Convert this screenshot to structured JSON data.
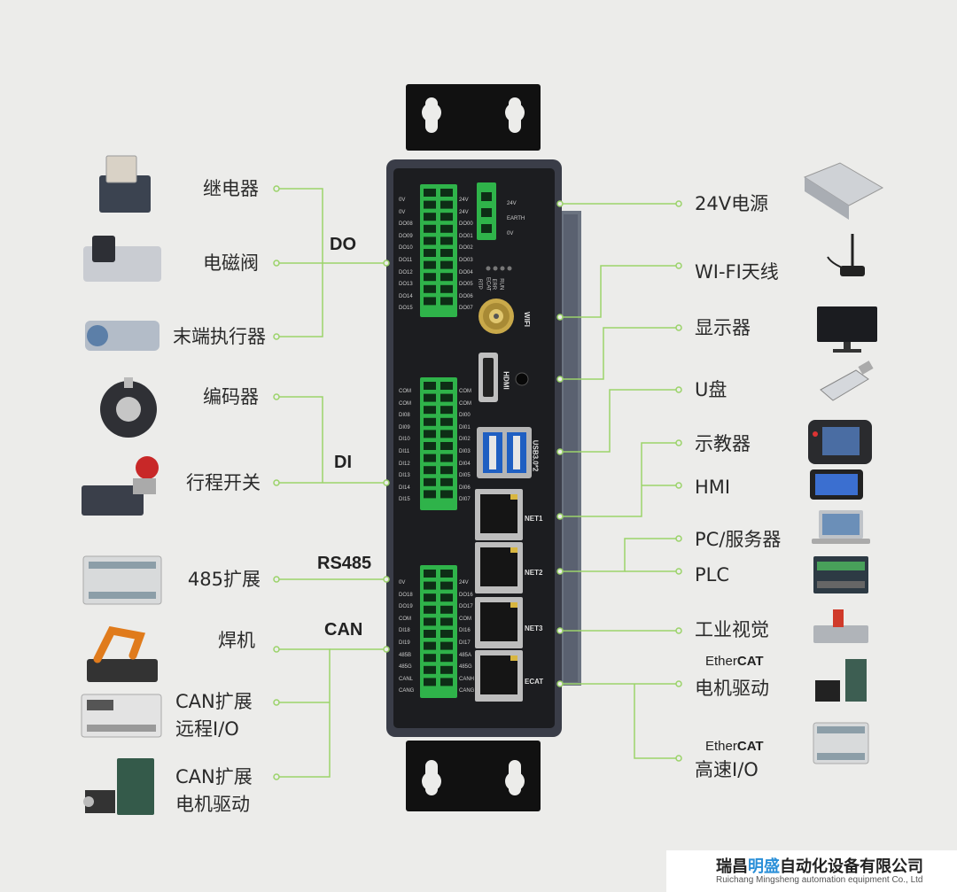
{
  "left_labels": [
    {
      "id": "relay",
      "lines": [
        "继电器"
      ]
    },
    {
      "id": "solenoid-valve",
      "lines": [
        "电磁阀"
      ]
    },
    {
      "id": "end-effector",
      "lines": [
        "末端执行器"
      ]
    },
    {
      "id": "encoder",
      "lines": [
        "编码器"
      ]
    },
    {
      "id": "travel-switch",
      "lines": [
        "行程开关"
      ]
    },
    {
      "id": "rs485-expansion",
      "lines": [
        "485扩展"
      ]
    },
    {
      "id": "welder",
      "lines": [
        "焊机"
      ]
    },
    {
      "id": "can-remote-io",
      "lines": [
        "CAN扩展",
        "远程I/O"
      ]
    },
    {
      "id": "can-motor-drive",
      "lines": [
        "CAN扩展",
        "电机驱动"
      ]
    }
  ],
  "groups": {
    "do": "DO",
    "di": "DI",
    "rs485": "RS485",
    "can": "CAN"
  },
  "right_labels": [
    {
      "id": "power-24v",
      "lines": [
        "24V电源"
      ]
    },
    {
      "id": "wifi-antenna",
      "lines": [
        "WI-FI天线"
      ]
    },
    {
      "id": "display",
      "lines": [
        "显示器"
      ]
    },
    {
      "id": "usb-drive",
      "lines": [
        "U盘"
      ]
    },
    {
      "id": "teach-pendant",
      "lines": [
        "示教器"
      ]
    },
    {
      "id": "hmi",
      "lines": [
        "HMI"
      ]
    },
    {
      "id": "pc-server",
      "lines": [
        "PC/服务器"
      ]
    },
    {
      "id": "plc",
      "lines": [
        "PLC"
      ]
    },
    {
      "id": "machine-vision",
      "lines": [
        "工业视觉"
      ]
    },
    {
      "id": "ethercat-motor",
      "lines": [
        "电机驱动"
      ]
    },
    {
      "id": "ethercat-io",
      "lines": [
        "高速I/O"
      ]
    }
  ],
  "ethercat_logo": {
    "ether": "Ether",
    "cat": "CAT"
  },
  "device_ports": {
    "net1": "NET1",
    "net2": "NET2",
    "net3": "NET3",
    "ecat": "ECAT",
    "wifi": "WIFI",
    "hdmi": "HDMI",
    "usb": "USB3.0*2",
    "power_pins": [
      "24V",
      "EARTH",
      "0V"
    ],
    "leds": [
      "RUN",
      "ERR",
      "ECAT",
      "RTP"
    ],
    "do_left": [
      "0V",
      "0V",
      "DO08",
      "DO09",
      "DO10",
      "DO11",
      "DO12",
      "DO13",
      "DO14",
      "DO15"
    ],
    "do_right": [
      "24V",
      "24V",
      "DO00",
      "DO01",
      "DO02",
      "DO03",
      "DO04",
      "DO05",
      "DO06",
      "DO07"
    ],
    "di_left": [
      "COM",
      "COM",
      "DI08",
      "DI09",
      "DI10",
      "DI11",
      "DI12",
      "DI13",
      "DI14",
      "DI15"
    ],
    "di_right": [
      "COM",
      "COM",
      "DI00",
      "DI01",
      "DI02",
      "DI03",
      "DI04",
      "DI05",
      "DI06",
      "DI07"
    ],
    "io_left": [
      "0V",
      "DO18",
      "DO19",
      "COM",
      "DI18",
      "DI19",
      "485B",
      "485G",
      "CANL",
      "CANG"
    ],
    "io_right": [
      "24V",
      "DO16",
      "DO17",
      "COM",
      "DI16",
      "DI17",
      "485A",
      "485G",
      "CANH",
      "CANG"
    ]
  },
  "footer": {
    "name_prefix": "瑞昌",
    "name_highlight": "明盛",
    "name_suffix": "自动化设备有限公司",
    "english": "Ruichang Mingsheng automation equipment Co., Ltd"
  },
  "colors": {
    "connector_line": "#9bd36a",
    "terminal_green": "#2fb34a",
    "device_body": "#1c1d20",
    "footer_highlight": "#2a8fd8"
  }
}
